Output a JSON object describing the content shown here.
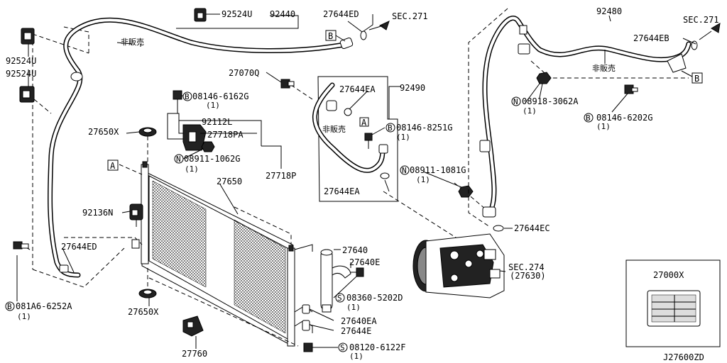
{
  "diagram_id": "J27600ZD",
  "not_for_sale_label": "非販売",
  "parts": {
    "p92524U_a": "92524U",
    "p92524U_b": "92524U",
    "p92524U_c": "92524U",
    "p92440": "92440",
    "p27644ED_a": "27644ED",
    "p27644ED_b": "27644ED",
    "sec271_a": "SEC.271",
    "sec271_b": "SEC.271",
    "p27070Q": "27070Q",
    "p08146_6162G": "08146-6162G",
    "p92112L": "92112L",
    "p27718PA": "27718PA",
    "p27650X_a": "27650X",
    "p27650X_b": "27650X",
    "p08911_1062G": "08911-1062G",
    "p27718P": "27718P",
    "p27650": "27650",
    "p92136N": "92136N",
    "p081A6_6252A": "081A6-6252A",
    "p27760": "27760",
    "p27644EA_a": "27644EA",
    "p27644EA_b": "27644EA",
    "p92490": "92490",
    "p08146_8251G": "08146-8251G",
    "p08911_1081G": "08911-1081G",
    "p27640": "27640",
    "p27640E": "27640E",
    "p08360_5202D": "08360-5202D",
    "p27640EA": "27640EA",
    "p27644E": "27644E",
    "p08120_6122F": "08120-6122F",
    "p92480": "92480",
    "p27644EB": "27644EB",
    "p08918_3062A": "08918-3062A",
    "p08146_6202G": "08146-6202G",
    "p27644EC": "27644EC",
    "sec274": "SEC.274",
    "p27630": "(27630)",
    "p27000X": "27000X"
  },
  "qty": "(1)",
  "ref_letters": {
    "A": "A",
    "B": "B"
  },
  "prefix_letters": {
    "B": "B",
    "N": "N",
    "S": "S"
  }
}
